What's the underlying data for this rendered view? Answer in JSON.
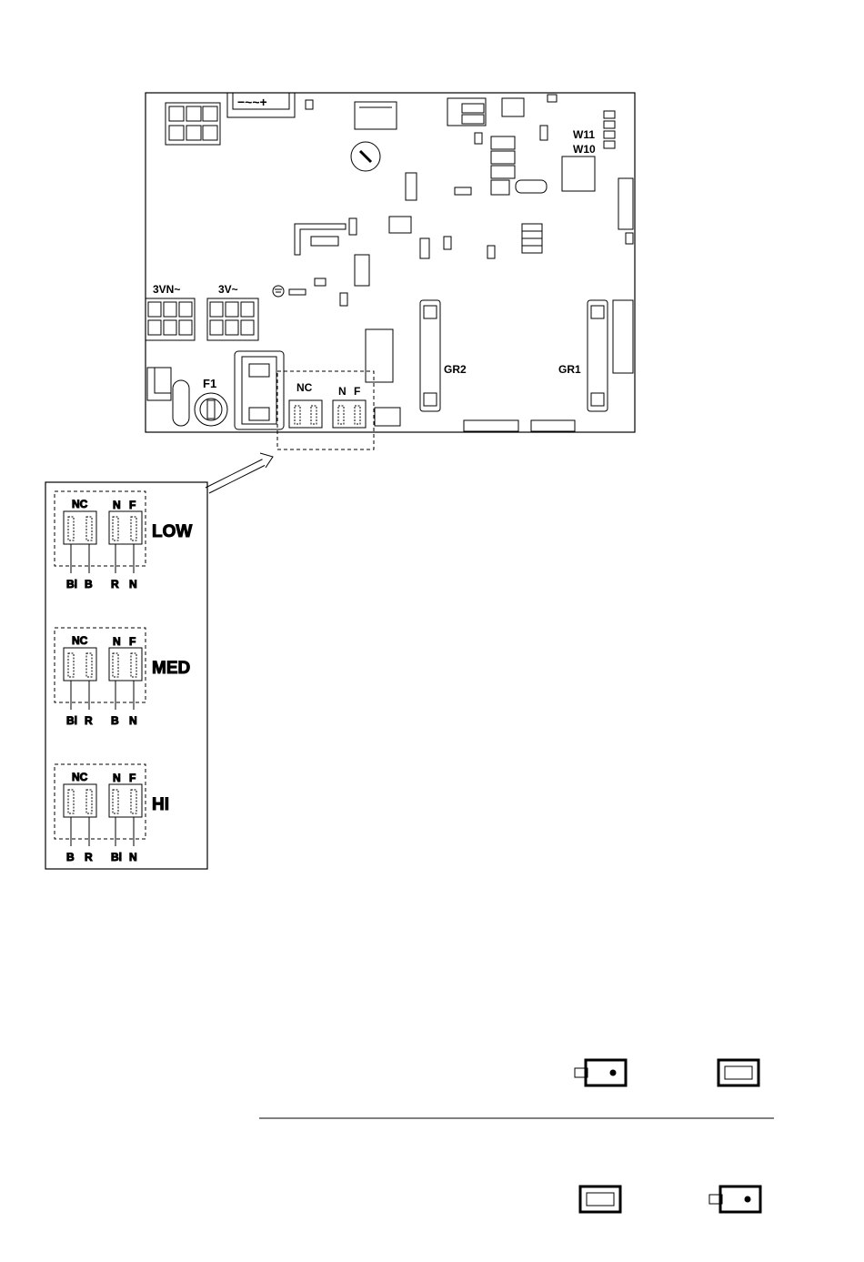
{
  "board": {
    "power_symbol": "−~~+",
    "connectors": {
      "left_3pin": "3VN~",
      "right_3pin": "3V~",
      "fuse": "F1",
      "nc": "NC",
      "n": "N",
      "f": "F",
      "gr2": "GR2",
      "gr1": "GR1",
      "w11": "W11",
      "w10": "W10"
    }
  },
  "detail": {
    "panels": [
      {
        "speed": "LOW",
        "header_left": "NC",
        "header_n": "N",
        "header_f": "F",
        "wires": [
          "Bl",
          "B",
          "R",
          "N"
        ]
      },
      {
        "speed": "MED",
        "header_left": "NC",
        "header_n": "N",
        "header_f": "F",
        "wires": [
          "Bl",
          "R",
          "B",
          "N"
        ]
      },
      {
        "speed": "HI",
        "header_left": "NC",
        "header_n": "N",
        "header_f": "F",
        "wires": [
          "B",
          "R",
          "Bl",
          "N"
        ]
      }
    ]
  }
}
